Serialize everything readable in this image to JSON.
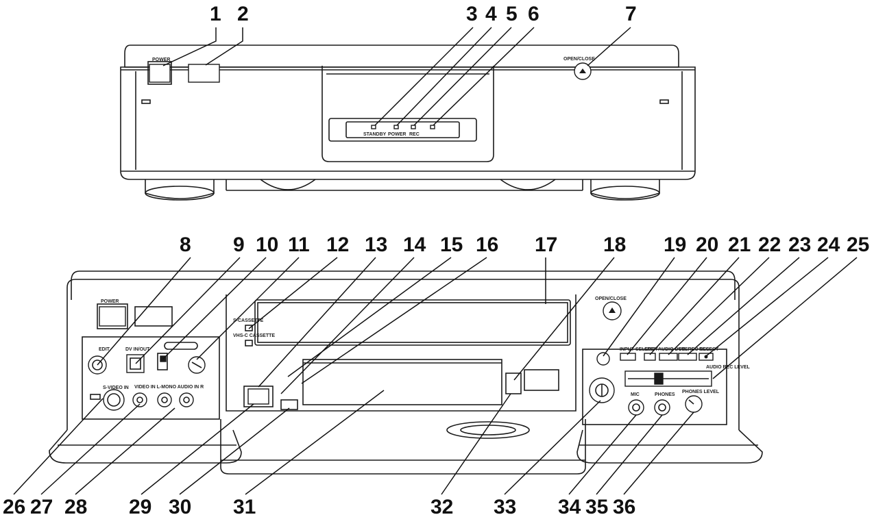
{
  "callouts": {
    "n1": "1",
    "n2": "2",
    "n3": "3",
    "n4": "4",
    "n5": "5",
    "n6": "6",
    "n7": "7",
    "n8": "8",
    "n9": "9",
    "n10": "10",
    "n11": "11",
    "n12": "12",
    "n13": "13",
    "n14": "14",
    "n15": "15",
    "n16": "16",
    "n17": "17",
    "n18": "18",
    "n19": "19",
    "n20": "20",
    "n21": "21",
    "n22": "22",
    "n23": "23",
    "n24": "24",
    "n25": "25",
    "n26": "26",
    "n27": "27",
    "n28": "28",
    "n29": "29",
    "n30": "30",
    "n31": "31",
    "n32": "32",
    "n33": "33",
    "n34": "34",
    "n35": "35",
    "n36": "36"
  },
  "labels": {
    "power": "POWER",
    "open_close": "OPEN/CLOSE",
    "standby": "STANDBY",
    "rec": "REC",
    "input_select": "INPUT SELECT",
    "split": "SPLIT",
    "audio_dub": "AUDIO DUB",
    "stereo_select": "STEREO SELECT",
    "audio_rec_level": "AUDIO REC LEVEL",
    "mic": "MIC",
    "phones": "PHONES",
    "phones_level": "PHONES LEVEL",
    "edit": "EDIT",
    "dv_in_out": "DV IN/OUT",
    "s_video_in": "S-VIDEO IN",
    "video_audio_in": "VIDEO IN  L-MONO  AUDIO IN  R",
    "s_cassette": "S-CASSETTE",
    "vhs_c_cassette": "VHS-C CASSETTE"
  }
}
